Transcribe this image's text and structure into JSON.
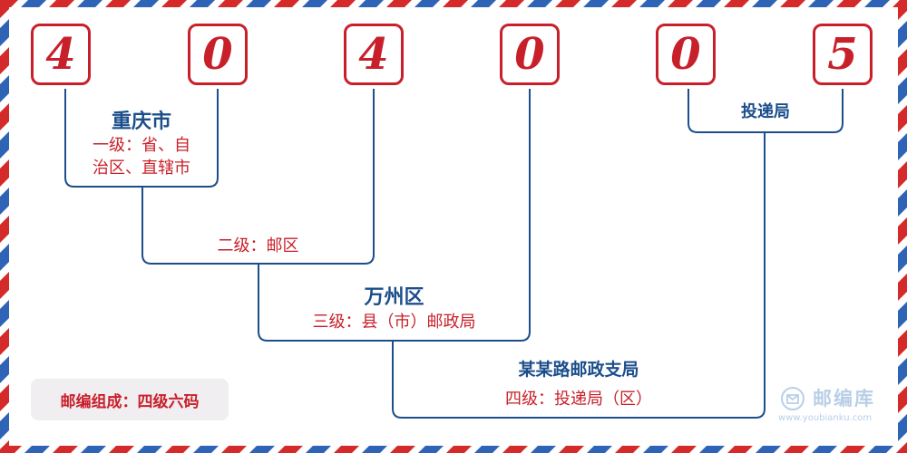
{
  "digits": [
    "4",
    "0",
    "4",
    "0",
    "0",
    "5"
  ],
  "levels": {
    "level1": {
      "name": "重庆市",
      "desc_line1": "一级：省、自",
      "desc_line2": "治区、直辖市"
    },
    "level2": {
      "desc": "二级：邮区"
    },
    "level3": {
      "name": "万州区",
      "desc": "三级：县（市）邮政局"
    },
    "level4": {
      "name": "某某路邮政支局",
      "desc": "四级：投递局（区）"
    },
    "delivery": {
      "name": "投递局"
    }
  },
  "caption": "邮编组成：四级六码",
  "watermark": {
    "text": "邮编库",
    "url": "www.youbianku.com",
    "icon": "mail-envelope-icon"
  },
  "colors": {
    "red": "#c8202a",
    "blue": "#1c4e8c",
    "watermark": "#b9cfe7"
  }
}
